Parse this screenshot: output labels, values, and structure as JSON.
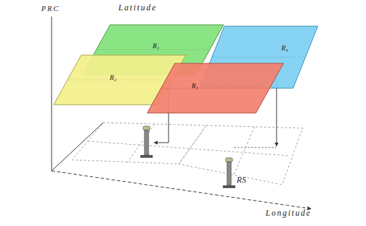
{
  "diagram": {
    "nodes": [
      {
        "text": [
          "R₁"
        ]
      },
      {
        "text": [
          "R₂"
        ]
      },
      {
        "text": [
          "R₄"
        ]
      },
      {
        "text": [
          "R₃"
        ]
      }
    ],
    "labels": [
      "PRC",
      "Latitude",
      "Longitude",
      "RS"
    ]
  }
}
